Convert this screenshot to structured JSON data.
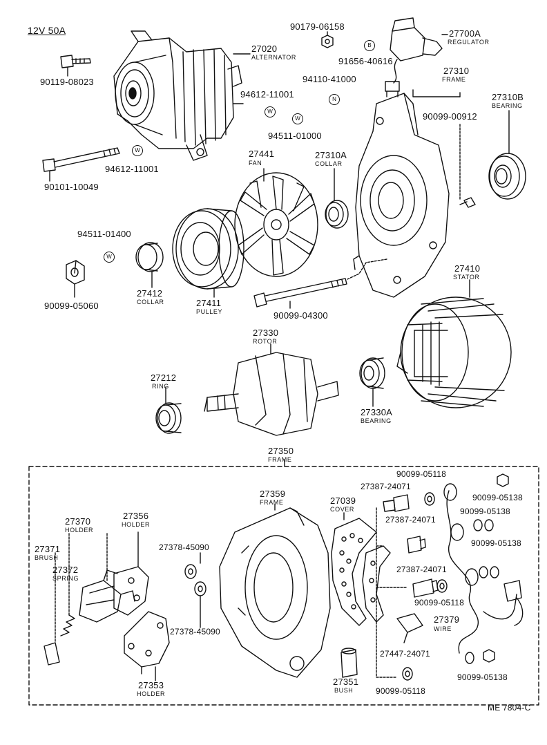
{
  "header": {
    "spec": "12V 50A",
    "ref_code": "ME 7804-C"
  },
  "colors": {
    "ink": "#111111",
    "paper": "#ffffff"
  },
  "parts": {
    "p27020": {
      "num": "27020",
      "name": "ALTERNATOR"
    },
    "p90119_08023": {
      "num": "90119-08023"
    },
    "p90179_06158": {
      "num": "90179-06158"
    },
    "p27700A": {
      "num": "27700A",
      "name": "REGULATOR"
    },
    "p91656_40616": {
      "num": "91656-40616"
    },
    "p94110_41000": {
      "num": "94110-41000"
    },
    "p94612_11001_a": {
      "num": "94612-11001"
    },
    "p94511_01000": {
      "num": "94511-01000"
    },
    "p27310": {
      "num": "27310",
      "name": "FRAME"
    },
    "p27310B": {
      "num": "27310B",
      "name": "BEARING"
    },
    "p90099_00912": {
      "num": "90099-00912"
    },
    "p94612_11001_b": {
      "num": "94612-11001"
    },
    "p90101_10049": {
      "num": "90101-10049"
    },
    "p27441": {
      "num": "27441",
      "name": "FAN"
    },
    "p27310A": {
      "num": "27310A",
      "name": "COLLAR"
    },
    "p94511_01400": {
      "num": "94511-01400"
    },
    "p90099_05060": {
      "num": "90099-05060"
    },
    "p27412": {
      "num": "27412",
      "name": "COLLAR"
    },
    "p27411": {
      "num": "27411",
      "name": "PULLEY"
    },
    "p90099_04300": {
      "num": "90099-04300"
    },
    "p27410": {
      "num": "27410",
      "name": "STATOR"
    },
    "p27330": {
      "num": "27330",
      "name": "ROTOR"
    },
    "p27212": {
      "num": "27212",
      "name": "RING"
    },
    "p27330A": {
      "num": "27330A",
      "name": "BEARING"
    },
    "p27350": {
      "num": "27350",
      "name": "FRAME"
    },
    "p27359": {
      "num": "27359",
      "name": "FRAME"
    },
    "p27039": {
      "num": "27039",
      "name": "COVER"
    },
    "p27387_a": {
      "num": "27387-24071"
    },
    "p27387_b": {
      "num": "27387-24071"
    },
    "p27387_c": {
      "num": "27387-24071"
    },
    "p90099_05118_a": {
      "num": "90099-05118"
    },
    "p90099_05118_b": {
      "num": "90099-05118"
    },
    "p90099_05118_c": {
      "num": "90099-05118"
    },
    "p90099_05138_a": {
      "num": "90099-05138"
    },
    "p90099_05138_b": {
      "num": "90099-05138"
    },
    "p90099_05138_c": {
      "num": "90099-05138"
    },
    "p90099_05138_d": {
      "num": "90099-05138"
    },
    "p27370": {
      "num": "27370",
      "name": "HOLDER"
    },
    "p27356": {
      "num": "27356",
      "name": "HOLDER"
    },
    "p27371": {
      "num": "27371",
      "name": "BRUSH"
    },
    "p27372": {
      "num": "27372",
      "name": "SPRING"
    },
    "p27378_a": {
      "num": "27378-45090"
    },
    "p27378_b": {
      "num": "27378-45090"
    },
    "p27353": {
      "num": "27353",
      "name": "HOLDER"
    },
    "p27379": {
      "num": "27379",
      "name": "WIRE"
    },
    "p27447": {
      "num": "27447-24071"
    },
    "p27351": {
      "num": "27351",
      "name": "BUSH"
    }
  },
  "marks": {
    "w": "W",
    "n": "N",
    "b": "B"
  }
}
